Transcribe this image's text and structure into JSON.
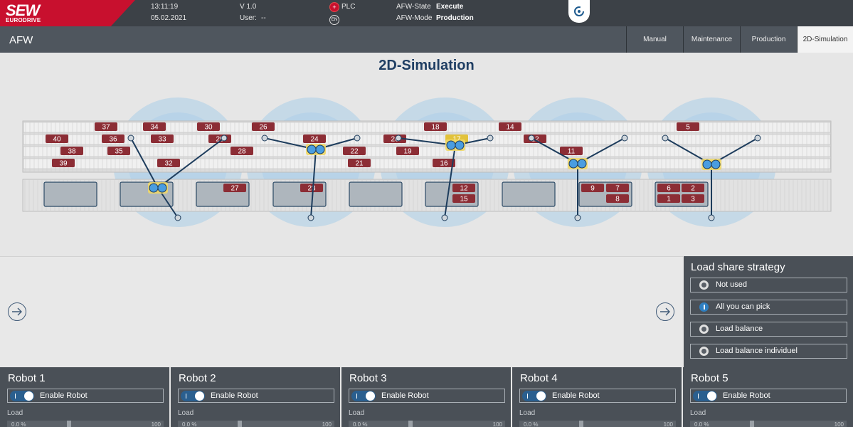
{
  "header": {
    "logo_text": "SEW",
    "logo_subtext": "EURODRIVE",
    "time": "13:11:19",
    "date": "05.02.2021",
    "version": "V 1.0",
    "user_label": "User:",
    "user_value": "--",
    "plc_label": "PLC",
    "lang_code": "EN",
    "afw_state_label": "AFW-State",
    "afw_state_value": "Execute",
    "afw_mode_label": "AFW-Mode",
    "afw_mode_value": "Production"
  },
  "nav": {
    "title": "AFW",
    "tabs": [
      {
        "label": "Manual"
      },
      {
        "label": "Maintenance"
      },
      {
        "label": "Production"
      },
      {
        "label": "2D-Simulation"
      }
    ],
    "active_tab": "2D-Simulation"
  },
  "simulation": {
    "title": "2D-Simulation",
    "colors": {
      "item": "#8c2d35",
      "item_highlight": "#e2c23a",
      "zone": "#a9cde8",
      "arm": "#1d3c5c",
      "gripper": "#4a9de0"
    },
    "conveyor_items": [
      {
        "label": "37"
      },
      {
        "label": "34"
      },
      {
        "label": "30"
      },
      {
        "label": "26"
      },
      {
        "label": "18"
      },
      {
        "label": "14"
      },
      {
        "label": "5"
      },
      {
        "label": "40"
      },
      {
        "label": "36"
      },
      {
        "label": "33"
      },
      {
        "label": "29"
      },
      {
        "label": "24"
      },
      {
        "label": "20"
      },
      {
        "label": "17"
      },
      {
        "label": "12"
      },
      {
        "label": "38"
      },
      {
        "label": "35"
      },
      {
        "label": "28"
      },
      {
        "label": "22"
      },
      {
        "label": "19"
      },
      {
        "label": "11"
      },
      {
        "label": "39"
      },
      {
        "label": "32"
      },
      {
        "label": "21"
      },
      {
        "label": "16"
      }
    ],
    "tray_items": [
      {
        "label": "27"
      },
      {
        "label": "23"
      },
      {
        "label": "12"
      },
      {
        "label": "15"
      },
      {
        "label": "9"
      },
      {
        "label": "7"
      },
      {
        "label": "8"
      },
      {
        "label": "6"
      },
      {
        "label": "2"
      },
      {
        "label": "1"
      },
      {
        "label": "3"
      }
    ]
  },
  "strategy": {
    "title": "Load share strategy",
    "options": [
      {
        "label": "Not used",
        "icon": "radio-icon"
      },
      {
        "label": "All you can pick",
        "icon": "info-icon"
      },
      {
        "label": "Load balance",
        "icon": "radio-icon"
      },
      {
        "label": "Load balance individuel",
        "icon": "radio-icon"
      }
    ]
  },
  "robots": [
    {
      "name": "Robot 1",
      "enable_label": "Enable Robot",
      "load_label": "Load",
      "load_value": "0.0 %",
      "load_max": "100"
    },
    {
      "name": "Robot 2",
      "enable_label": "Enable Robot",
      "load_label": "Load",
      "load_value": "0.0 %",
      "load_max": "100"
    },
    {
      "name": "Robot 3",
      "enable_label": "Enable Robot",
      "load_label": "Load",
      "load_value": "0.0 %",
      "load_max": "100"
    },
    {
      "name": "Robot 4",
      "enable_label": "Enable Robot",
      "load_label": "Load",
      "load_value": "0.0 %",
      "load_max": "100"
    },
    {
      "name": "Robot 5",
      "enable_label": "Enable Robot",
      "load_label": "Load",
      "load_value": "0.0 %",
      "load_max": "100"
    }
  ]
}
